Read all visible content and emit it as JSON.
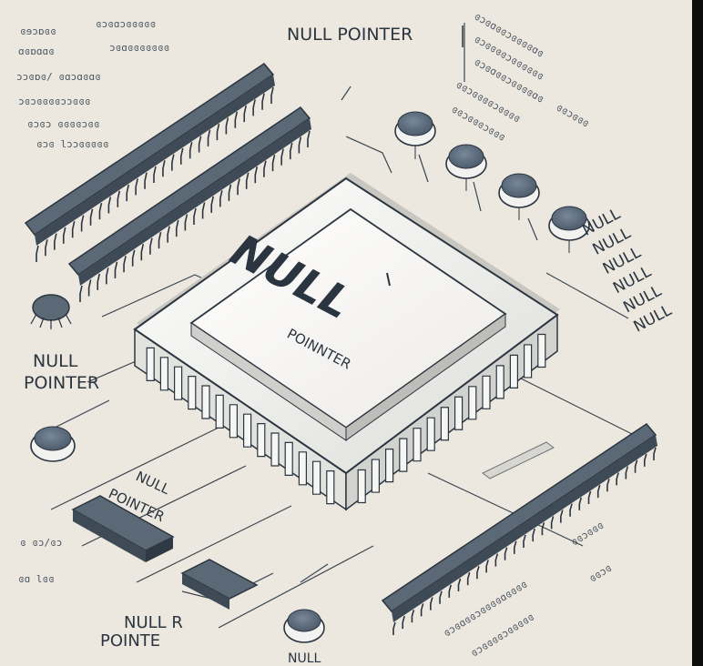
{
  "labels": {
    "top": "NULL POINTER",
    "chip_main": "NULL",
    "chip_sub": "POINNTER",
    "left_line1": "NULL",
    "left_line2": "POINTER",
    "mid_left_1": "NULL",
    "mid_left_2": "POINTER",
    "bottom_left_1": "NULL R",
    "bottom_left_2": "POINTE",
    "bottom_center": "NULL",
    "right_stack": [
      "NULL",
      "NULL",
      "NULL",
      "NULL",
      "NULL",
      "NULL"
    ]
  },
  "colors": {
    "background": "#ece8e0",
    "chip_body": "#f4f4f2",
    "chip_face": "#f8f8f6",
    "strip": "#5b6875",
    "ink": "#2b3540",
    "text_main": "#1f3b4a"
  }
}
